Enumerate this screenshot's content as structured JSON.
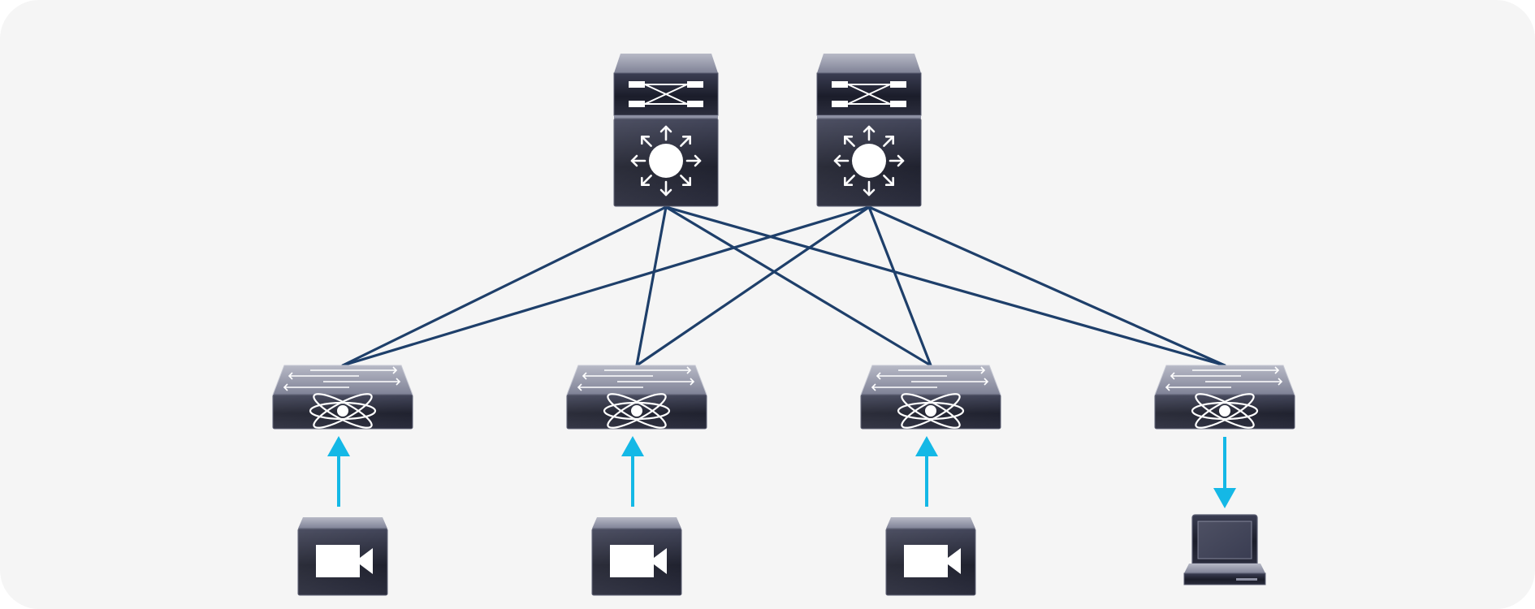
{
  "diagram": {
    "colors": {
      "background": "#f5f5f5",
      "link": "#1e3f6a",
      "flow_arrow": "#14b8e6",
      "device_top": "#9a9cae",
      "device_face": "#1f2130",
      "icon": "#ffffff"
    },
    "spines": [
      {
        "id": "spine-1",
        "icon": "multilayer-switch-icon"
      },
      {
        "id": "spine-2",
        "icon": "multilayer-switch-icon"
      }
    ],
    "leaves": [
      {
        "id": "leaf-1",
        "icon": "fabric-switch-icon"
      },
      {
        "id": "leaf-2",
        "icon": "fabric-switch-icon"
      },
      {
        "id": "leaf-3",
        "icon": "fabric-switch-icon"
      },
      {
        "id": "leaf-4",
        "icon": "fabric-switch-icon"
      }
    ],
    "links": [
      {
        "from": "spine-1",
        "to": "leaf-1"
      },
      {
        "from": "spine-1",
        "to": "leaf-2"
      },
      {
        "from": "spine-1",
        "to": "leaf-3"
      },
      {
        "from": "spine-1",
        "to": "leaf-4"
      },
      {
        "from": "spine-2",
        "to": "leaf-1"
      },
      {
        "from": "spine-2",
        "to": "leaf-2"
      },
      {
        "from": "spine-2",
        "to": "leaf-3"
      },
      {
        "from": "spine-2",
        "to": "leaf-4"
      }
    ],
    "endpoints": [
      {
        "id": "camera-1",
        "type": "video-camera",
        "icon": "video-camera-icon",
        "attached_to": "leaf-1",
        "flow": "up"
      },
      {
        "id": "camera-2",
        "type": "video-camera",
        "icon": "video-camera-icon",
        "attached_to": "leaf-2",
        "flow": "up"
      },
      {
        "id": "camera-3",
        "type": "video-camera",
        "icon": "video-camera-icon",
        "attached_to": "leaf-3",
        "flow": "up"
      },
      {
        "id": "laptop-1",
        "type": "laptop",
        "icon": "laptop-icon",
        "attached_to": "leaf-4",
        "flow": "down"
      }
    ]
  }
}
